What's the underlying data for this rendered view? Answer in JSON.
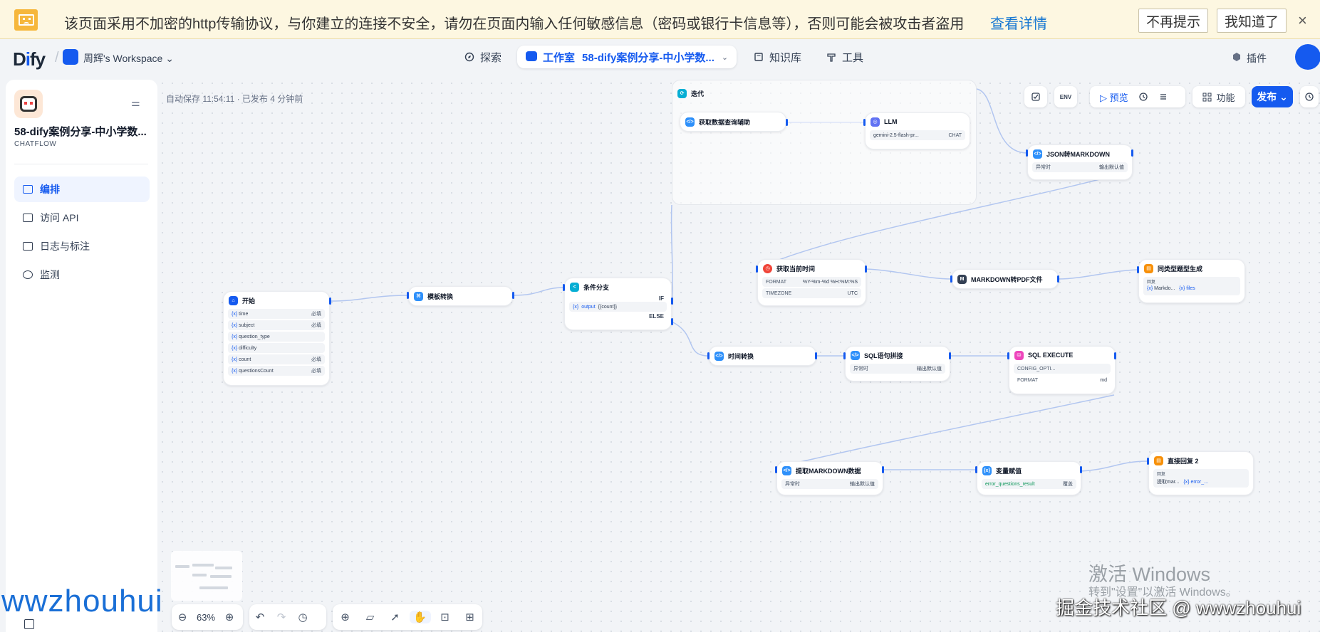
{
  "warning": {
    "text": "该页面采用不加密的http传输协议，与你建立的连接不安全，请勿在页面内输入任何敏感信息（密码或银行卡信息等），否则可能会被攻击者盗用",
    "link": "查看详情",
    "dont_remind": "不再提示",
    "got_it": "我知道了",
    "close": "×"
  },
  "header": {
    "logo_a": "D",
    "logo_b": "i",
    "logo_c": "fy",
    "separator": "/",
    "workspace": "周辉's Workspace ⌄",
    "explore": "探索",
    "studio": "工作室",
    "app_name": "58-dify案例分享-中小学数...",
    "chevron": "⌄",
    "knowledge": "知识库",
    "tools": "工具",
    "plugins": "插件"
  },
  "sidebar": {
    "app_title": "58-dify案例分享-中小学数...",
    "app_mode": "CHATFLOW",
    "toggle": "⚌",
    "items": [
      {
        "label": "编排"
      },
      {
        "label": "访问 API"
      },
      {
        "label": "日志与标注"
      },
      {
        "label": "监测"
      }
    ]
  },
  "canvas": {
    "autosave": "自动保存 11:54:11 · 已发布 4 分钟前",
    "toolbar": {
      "env": "ENV",
      "preview": "▷ 预览",
      "features": "功能",
      "publish": "发布 ⌄"
    }
  },
  "nodes": {
    "start": {
      "title": "开始",
      "vars": [
        {
          "name": "time",
          "tag": "必填"
        },
        {
          "name": "subject",
          "tag": "必填"
        },
        {
          "name": "question_type",
          "tag": ""
        },
        {
          "name": "difficulty",
          "tag": ""
        },
        {
          "name": "count",
          "tag": "必填"
        },
        {
          "name": "questionsCount",
          "tag": "必填"
        }
      ]
    },
    "template": {
      "title": "模板转换"
    },
    "ifelse": {
      "title": "条件分支",
      "if_label": "IF",
      "condition_var": "output",
      "condition_val": "{{count}}",
      "else_label": "ELSE"
    },
    "iteration": {
      "title": "迭代"
    },
    "fetch_sql": {
      "title": "获取数据查询辅助"
    },
    "llm": {
      "title": "LLM",
      "model": "gemini-2.5-flash-pr...",
      "mode": "CHAT"
    },
    "json_md": {
      "title": "JSON转MARKDOWN",
      "k": "异常时",
      "v": "输出默认值"
    },
    "cur_time": {
      "title": "获取当前时间",
      "rows": [
        {
          "k": "FORMAT",
          "v": "%Y-%m-%d %H:%M:%S"
        },
        {
          "k": "TIMEZONE",
          "v": "UTC"
        }
      ]
    },
    "md_pdf": {
      "title": "MARKDOWN转PDF文件"
    },
    "answer1": {
      "title": "同类型题型生成",
      "label": "回复",
      "v1": "Markdo...",
      "v2": "files"
    },
    "time_conv": {
      "title": "时间转换"
    },
    "sql_concat": {
      "title": "SQL语句拼接",
      "k": "异常时",
      "v": "输出默认值"
    },
    "sql_exec": {
      "title": "SQL EXECUTE",
      "rows": [
        {
          "k": "CONFIG_OPTI...",
          "v": ""
        },
        {
          "k": "FORMAT",
          "v": "md"
        }
      ]
    },
    "extract_md": {
      "title": "提取MARKDOWN数据",
      "k": "异常时",
      "v": "输出默认值"
    },
    "assign": {
      "title": "变量赋值",
      "var": "error_questions_result",
      "op": "覆盖"
    },
    "answer2": {
      "title": "直接回复 2",
      "label": "回复",
      "v1": "提取mar...",
      "v2": "error_..."
    }
  },
  "bottom": {
    "zoom": "63%"
  },
  "overlay": {
    "watermark": "wwzhouhui",
    "win_title": "激活 Windows",
    "win_sub": "转到\"设置\"以激活 Windows。",
    "juejin": "掘金技术社区 @ wwwzhouhui"
  }
}
